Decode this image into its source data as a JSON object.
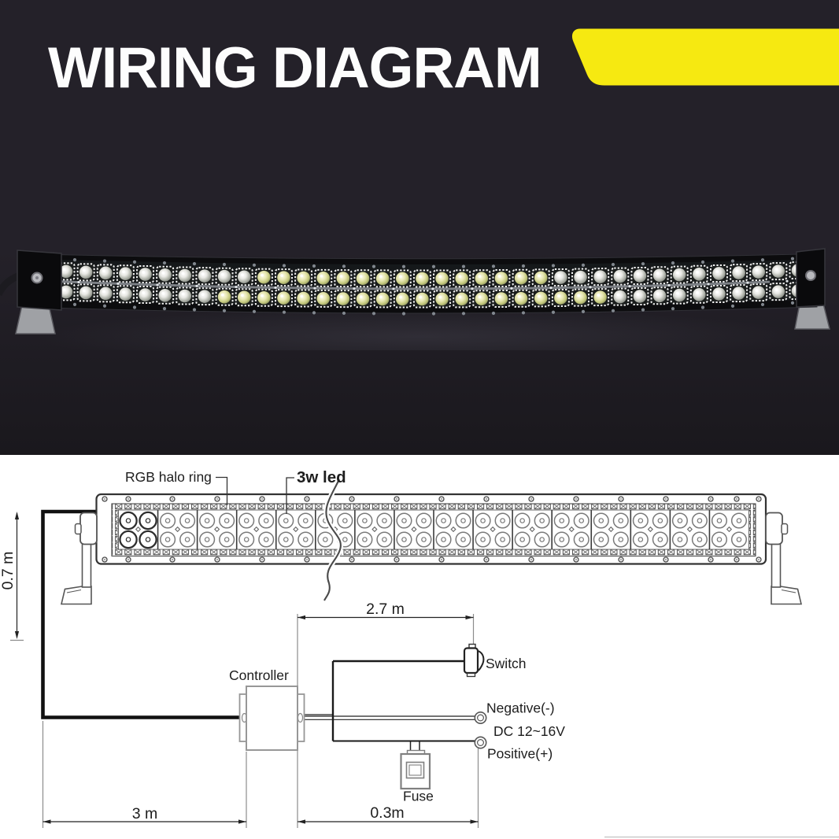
{
  "header": {
    "title": "WIRING DIAGRAM",
    "bg_color": "#242129",
    "accent_color": "#f6e911",
    "title_color": "#fdfdfd"
  },
  "photo": {
    "description": "curved dual-row led light bar",
    "led_columns": 38,
    "led_rows": 2
  },
  "diagram": {
    "line_color": "#2b2b2b",
    "labels": {
      "halo": "RGB halo ring",
      "led": "3w led",
      "controller": "Controller",
      "switch": "Switch",
      "negative": "Negative(-)",
      "voltage": "DC 12~16V",
      "positive": "Positive(+)",
      "fuse": "Fuse"
    },
    "dims": {
      "drop": "0.7 m",
      "run": "2.7 m",
      "left": "3 m",
      "right": "0.3m"
    },
    "bar": {
      "sections": 16,
      "rows": 2,
      "cols_per_section": 2
    }
  }
}
